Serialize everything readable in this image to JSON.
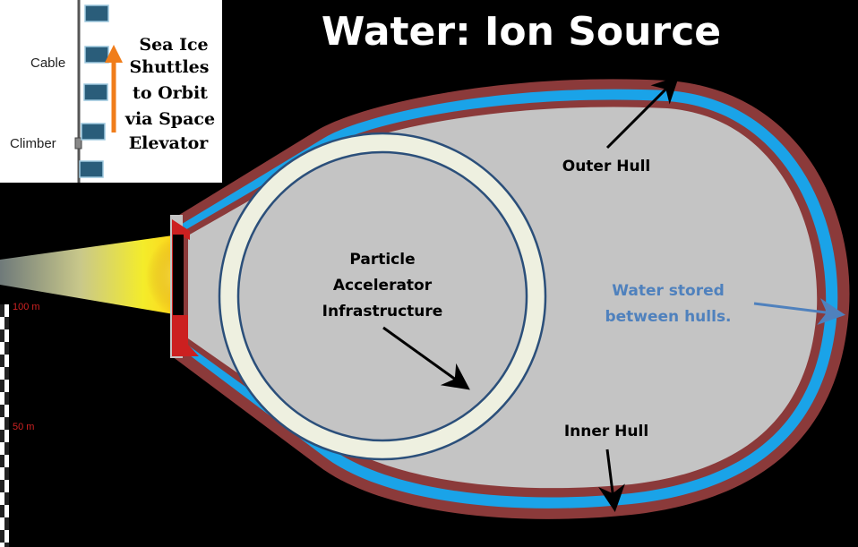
{
  "title": "Water: Ion Source",
  "inset": {
    "cable_label": "Cable",
    "climber_label": "Climber",
    "caption_lines": [
      "Sea Ice",
      "Shuttles",
      "to Orbit",
      "via Space",
      "Elevator"
    ]
  },
  "labels": {
    "outer_hull": "Outer Hull",
    "inner_hull": "Inner Hull",
    "accelerator": [
      "Particle",
      "Accelerator",
      "Infrastructure"
    ],
    "water": [
      "Water stored",
      "between hulls."
    ]
  },
  "scale": {
    "mark_100": "100 m",
    "mark_50": "50 m"
  },
  "colors": {
    "hull_red": "#8b3a3a",
    "water_blue": "#1aa3e8",
    "interior_gray": "#c4c4c4",
    "ring_fill": "#eef0e0",
    "ring_stroke": "#2b4f7a",
    "water_text": "#4f81bd",
    "arrow_orange": "#f07d1a",
    "scale_red": "#cc2222"
  }
}
